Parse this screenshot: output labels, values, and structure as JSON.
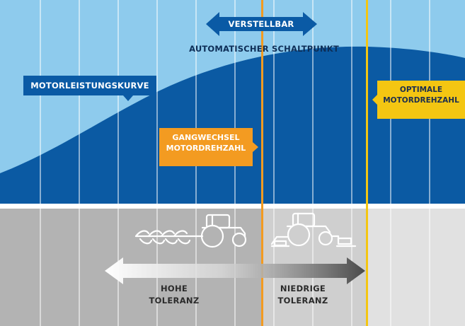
{
  "colors": {
    "sky": "#8ecbed",
    "curve": "#0b5aa3",
    "arrow_blue": "#0a5aa5",
    "ground_left": "#b3b3b3",
    "ground_mid": "#cfcfcf",
    "ground_right": "#e1e1e1",
    "orange": "#f39b21",
    "yellow": "#f4c612",
    "grid": "#ffffff"
  },
  "labels": {
    "adjustable": "VERSTELLBAR",
    "auto_shift_point": "AUTOMATISCHER SCHALTPUNKT",
    "power_curve": "MOTORLEISTUNGSKURVE",
    "gear_change_line1": "GANGWECHSEL",
    "gear_change_line2": "MOTORDREHZAHL",
    "optimal_line1": "OPTIMALE",
    "optimal_line2": "MOTORDREHZAHL",
    "high_tol_line1": "HOHE",
    "high_tol_line2": "TOLERANZ",
    "low_tol_line1": "NIEDRIGE",
    "low_tol_line2": "TOLERANZ"
  },
  "icons": {
    "tractor_plough": "tractor-with-plough-icon",
    "tractor_mower": "tractor-with-mower-icon"
  }
}
